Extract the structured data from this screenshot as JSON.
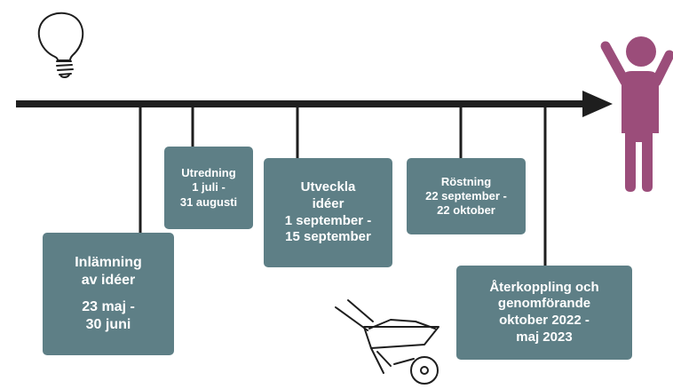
{
  "colors": {
    "box": "#5e7f86",
    "box_text": "#ffffff",
    "timeline": "#1e1e1e",
    "person": "#9b4d7a"
  },
  "icons": [
    "lightbulb-icon",
    "person-cheering-icon",
    "wheelbarrow-icon"
  ],
  "phases": [
    {
      "title_1": "Inlämning",
      "title_2": "av idéer",
      "date_1": "23 maj -",
      "date_2": "30 juni"
    },
    {
      "title_1": "Utredning",
      "date_1": "1 juli -",
      "date_2": "31 augusti"
    },
    {
      "title_1": "Utveckla",
      "title_2": "idéer",
      "date_1": "1 september -",
      "date_2": "15 september"
    },
    {
      "title_1": "Röstning",
      "date_1": "22 september -",
      "date_2": "22 oktober"
    },
    {
      "title_1": "Återkoppling och",
      "title_2": "genomförande",
      "date_1": "oktober 2022 -",
      "date_2": "maj 2023"
    }
  ]
}
